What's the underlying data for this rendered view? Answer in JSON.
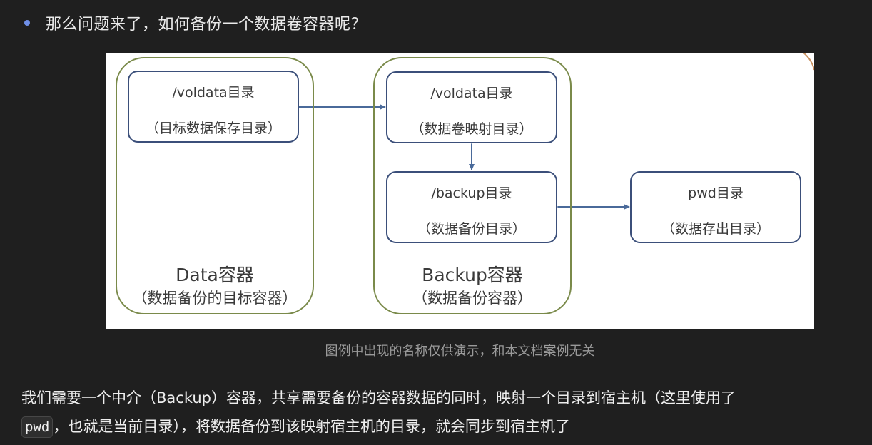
{
  "bullet": {
    "text": "那么问题来了，如何备份一个数据卷容器呢？"
  },
  "diagram": {
    "data_container": {
      "title": "Data容器",
      "subtitle": "（数据备份的目标容器）",
      "box": {
        "line1": "/voldata目录",
        "line2": "（目标数据保存目录）"
      }
    },
    "backup_container": {
      "title": "Backup容器",
      "subtitle": "（数据备份容器）",
      "box_voldata": {
        "line1": "/voldata目录",
        "line2": "（数据卷映射目录）"
      },
      "box_backup": {
        "line1": "/backup目录",
        "line2": "（数据备份目录）"
      }
    },
    "pwd_box": {
      "line1": "pwd目录",
      "line2": "（数据存出目录）"
    },
    "colors": {
      "container_border": "#7a8a4a",
      "box_border": "#3b4f7a",
      "arrow": "#4a6a9a"
    }
  },
  "caption": "图例中出现的名称仅供演示，和本文档案例无关",
  "paragraph": {
    "part1": "我们需要一个中介（Backup）容器，共享需要备份的容器数据的同时，映射一个目录到宿主机（这里使用了",
    "code": "pwd",
    "part2": "，也就是当前目录），将数据备份到该映射宿主机的目录，就会同步到宿主机了"
  }
}
